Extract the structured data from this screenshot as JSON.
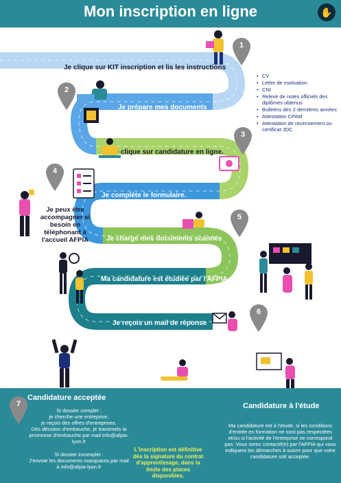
{
  "header": {
    "title": "Mon inscription en ligne",
    "hand_icon": "hand-icon"
  },
  "steps": [
    {
      "number": "1",
      "label": "Je clique sur KIT inscription et lis les instructions"
    },
    {
      "number": "2",
      "label": "Je prépare mes documents"
    },
    {
      "number": "3",
      "label": "Je clique sur candidature en ligne."
    },
    {
      "number": "4",
      "label": "Je complète le formulaire."
    },
    {
      "number": "5",
      "label": "Je charge mes documents scannés"
    },
    {
      "number": "",
      "label": "Ma candidature est étudiée par l'AFPIA."
    },
    {
      "number": "6",
      "label": "Je reçois un mail de réponse"
    }
  ],
  "documents": [
    "CV",
    "Lettre de motivation",
    "CNI",
    "Relevé de notes officiels des diplômes obtenus",
    "Bulletins des 2 dernières années",
    "Attestation CPAM",
    "Attestation de recensement ou certificat JDC"
  ],
  "accompany_text": "Je peux être accompagner si besoin en téléphonant à l'accueil AFPIA",
  "bottom": {
    "pin_number": "7",
    "accepted_title": "Candidature acceptée",
    "accepted_complete": "Si dossier complet :\nje cherche une entreprise,\nje reçois des offres d'entreprises.\nDès décision d'embauche, je transmets la promesse d'embauche par mail info@afpia-lyon.fr",
    "accepted_incomplete": "Si dossier incomplet :\nJ'envoie les documents manquants par mail à info@afpia-lyon.fr",
    "center_note": "L'inscription est définitive dès la signature du contrat d'apprentissage, dans la limite des places disponibles.",
    "study_title": "Candidature à l'étude",
    "study_text": "Ma candidature est à l'étude, si les conditions d'entrée en formation ne sont pas respectées et/ou si l'activité de l'entreprise ne correspond pas. Vous serez contacté(e) par l'AFPIA qui vous indiquera les démarches à suivre pour que votre candidature soit acceptée."
  },
  "colors": {
    "teal": "#2b8a98",
    "road_light_blue": "#b8d7f2",
    "road_blue": "#5aa6e6",
    "road_green": "#a9d46b",
    "road_dark_teal": "#1d7f8c",
    "pin_gray": "#8a8a8a",
    "yellow_note": "#e9f25a",
    "doc_blue": "#1d2f7a"
  }
}
